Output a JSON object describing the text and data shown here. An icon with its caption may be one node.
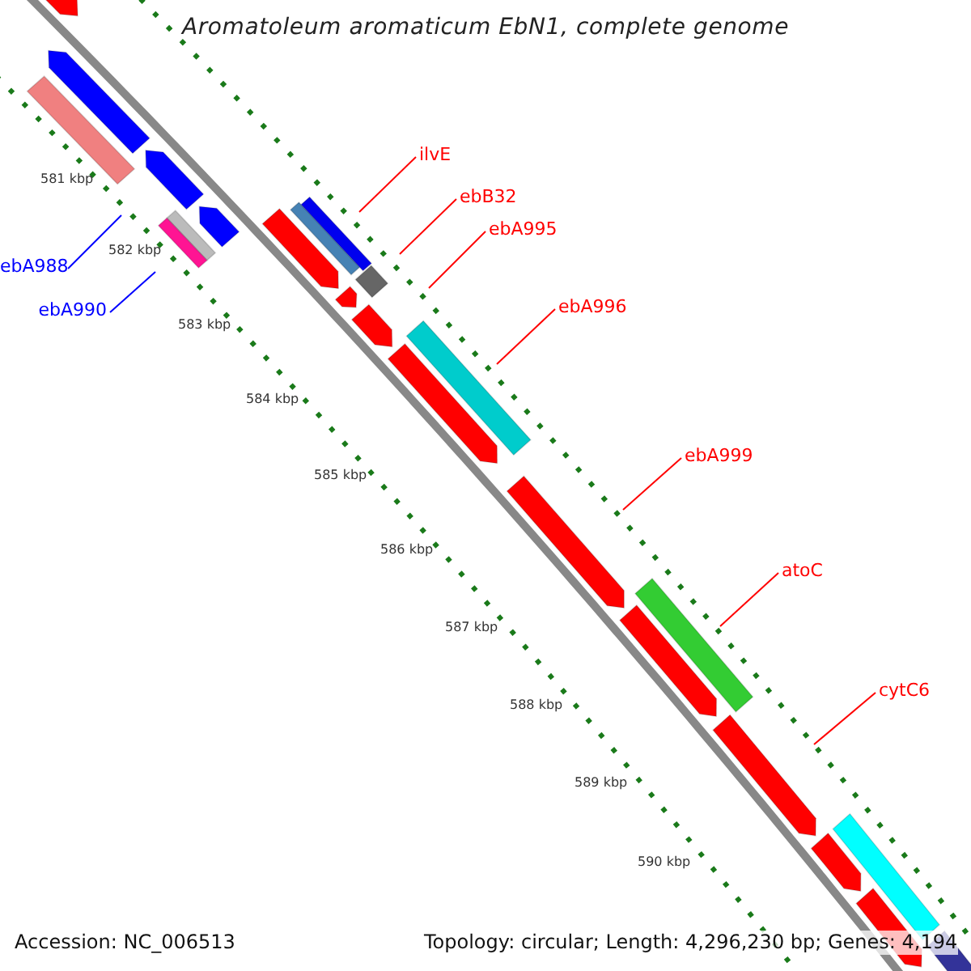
{
  "diagram": {
    "title": "Aromatoleum aromaticum EbN1, complete genome",
    "nodes": [
      {
        "text": [
          "ilvE"
        ]
      },
      {
        "text": [
          "ebB32"
        ]
      },
      {
        "text": [
          "ebA995"
        ]
      },
      {
        "text": [
          "ebA996"
        ]
      },
      {
        "text": [
          "ebA999"
        ]
      },
      {
        "text": [
          "atoC"
        ]
      },
      {
        "text": [
          "cytC6"
        ]
      },
      {
        "text": [
          "ebA988"
        ]
      },
      {
        "text": [
          "ebA990"
        ]
      }
    ],
    "edges": [
      {
        "from": 0,
        "to": null,
        "arrow": "none"
      },
      {
        "from": 1,
        "to": null,
        "arrow": "none"
      },
      {
        "from": 2,
        "to": null,
        "arrow": "none"
      },
      {
        "from": 3,
        "to": null,
        "arrow": "none"
      },
      {
        "from": 4,
        "to": null,
        "arrow": "none"
      },
      {
        "from": 5,
        "to": null,
        "arrow": "none"
      },
      {
        "from": 6,
        "to": null,
        "arrow": "none"
      },
      {
        "from": 7,
        "to": null,
        "arrow": "none",
        "color": "#0000ff"
      },
      {
        "from": 8,
        "to": null,
        "arrow": "none",
        "color": "#0000ff"
      }
    ],
    "labels": [
      "581 kbp",
      "582 kbp",
      "583 kbp",
      "584 kbp",
      "585 kbp",
      "586 kbp",
      "587 kbp",
      "588 kbp",
      "589 kbp",
      "590 kbp",
      "Accession: NC_006513",
      "Topology: circular; Length: 4,296,230 bp; Genes: 4,194"
    ]
  }
}
